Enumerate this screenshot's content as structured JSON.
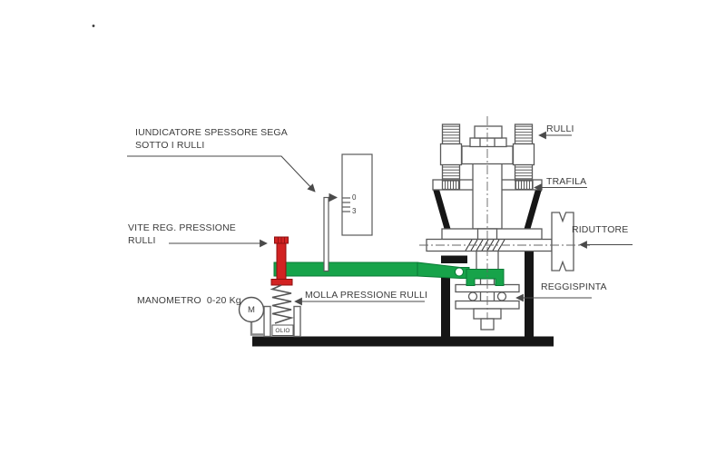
{
  "diagram": {
    "type": "technical-drawing",
    "subject": "roller pressure / saw thickness gauge mechanism (Italian machine schematic)",
    "labels": {
      "indicator_line1": "IUNDICATORE SPESSORE SEGA",
      "indicator_line2": "SOTTO I RULLI",
      "vite_line1": "VITE REG. PRESSIONE",
      "vite_line2": "RULLI",
      "manometro": "MANOMETRO  0-20 Kg",
      "molla": "MOLLA PRESSIONE RULLI",
      "rulli": "RULLI",
      "trafila": "TRAFILA",
      "riduttore": "RIDUTTORE",
      "reggispinta": "REGGISPINTA",
      "olio": "OLIO",
      "manometer_letter": "M",
      "corner_mark": "."
    },
    "indicator_scale": {
      "tick_top": "0",
      "tick_bottom": "3"
    },
    "colors": {
      "lever_green": "#17a34a",
      "lever_green_stroke": "#0a7a35",
      "screw_red": "#d22222",
      "screw_red_stroke": "#8c1010",
      "machine_line_gray": "#5a5a5a",
      "wall_black": "#161616",
      "text_gray": "#3c3c3c"
    }
  }
}
